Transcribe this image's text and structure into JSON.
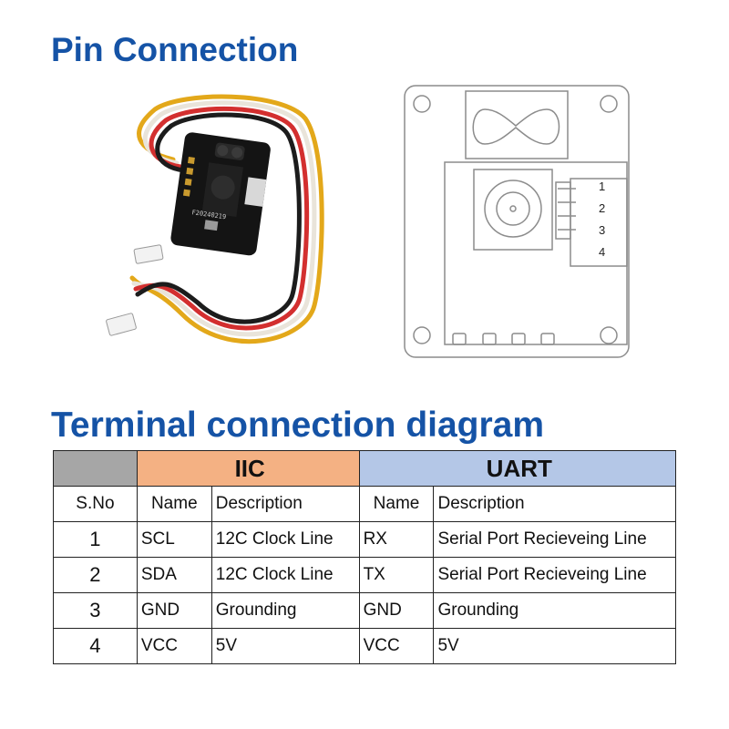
{
  "headings": {
    "pin_connection": "Pin Connection",
    "terminal_diagram": "Terminal connection diagram"
  },
  "board_drawing": {
    "pin_numbers": [
      "1",
      "2",
      "3",
      "4"
    ]
  },
  "board_photo": {
    "silkscreen_text": "F20240219"
  },
  "table": {
    "groups": {
      "iic": "IIC",
      "uart": "UART"
    },
    "headers": {
      "sno": "S.No",
      "iic_name": "Name",
      "iic_desc": "Description",
      "uart_name": "Name",
      "uart_desc": "Description"
    },
    "rows": [
      {
        "sno": "1",
        "iic_name": "SCL",
        "iic_desc": "12C Clock Line",
        "uart_name": "RX",
        "uart_desc": "Serial Port Recieveing Line"
      },
      {
        "sno": "2",
        "iic_name": "SDA",
        "iic_desc": "12C Clock Line",
        "uart_name": "TX",
        "uart_desc": "Serial Port Recieveing Line"
      },
      {
        "sno": "3",
        "iic_name": "GND",
        "iic_desc": "Grounding",
        "uart_name": "GND",
        "uart_desc": "Grounding"
      },
      {
        "sno": "4",
        "iic_name": "VCC",
        "iic_desc": "5V",
        "uart_name": "VCC",
        "uart_desc": "5V"
      }
    ]
  },
  "colors": {
    "heading": "#1553a6",
    "iic_header": "#f4b183",
    "uart_header": "#b4c7e7",
    "blank_header": "#a6a6a6"
  }
}
